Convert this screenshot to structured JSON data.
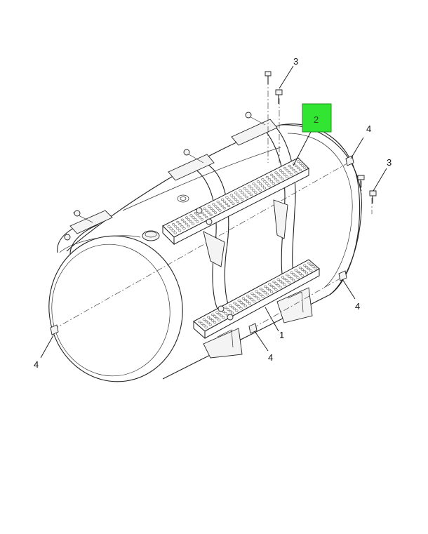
{
  "diagram": {
    "callouts": [
      {
        "label": "3",
        "part": "bolt-upper-left"
      },
      {
        "label": "2",
        "part": "upper-step",
        "highlighted": true
      },
      {
        "label": "4",
        "part": "clip-upper-right"
      },
      {
        "label": "3",
        "part": "bolt-right"
      },
      {
        "label": "4",
        "part": "clip-lower-right"
      },
      {
        "label": "1",
        "part": "lower-step"
      },
      {
        "label": "4",
        "part": "clip-lower-center"
      },
      {
        "label": "4",
        "part": "clip-left"
      }
    ],
    "colors": {
      "highlight_fill": "#33e533",
      "highlight_border": "#1f8f1f",
      "line": "#222222",
      "background": "#ffffff"
    }
  }
}
